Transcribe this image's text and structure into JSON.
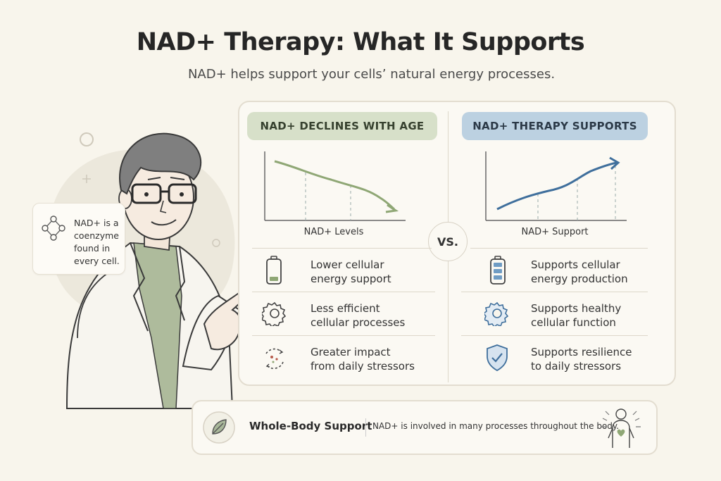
{
  "title": "NAD+ Therapy: What It Supports",
  "subtitle": "NAD+ helps support your cells’ natural energy processes.",
  "bubble": {
    "text": "NAD+ is a coenzyme found in every cell."
  },
  "left": {
    "header": "NAD+ DECLINES WITH AGE",
    "chart_label": "NAD+ Levels",
    "rows": [
      {
        "icon": "low-battery-icon",
        "text": "Lower cellular energy support"
      },
      {
        "icon": "gear-icon",
        "text": "Less efficient cellular processes"
      },
      {
        "icon": "stress-cycle-icon",
        "text": "Greater impact from daily stressors"
      }
    ]
  },
  "vs": "VS.",
  "right": {
    "header": "NAD+ THERAPY SUPPORTS",
    "chart_label": "NAD+ Support",
    "rows": [
      {
        "icon": "full-battery-icon",
        "text": "Supports cellular energy production"
      },
      {
        "icon": "gear-icon",
        "text": "Supports healthy cellular function"
      },
      {
        "icon": "shield-check-icon",
        "text": "Supports resilience to daily stressors"
      }
    ]
  },
  "bottom": {
    "title": "Whole-Body Support",
    "text": "NAD+ is involved in many processes throughout the body.",
    "icons": [
      "leaf-icon",
      "body-heart-icon"
    ]
  },
  "colors": {
    "background": "#f8f5ec",
    "left_accent": "#8fa775",
    "right_accent": "#3f6f9c",
    "left_pill": "#d7e0c9",
    "right_pill": "#bcd1e1"
  }
}
